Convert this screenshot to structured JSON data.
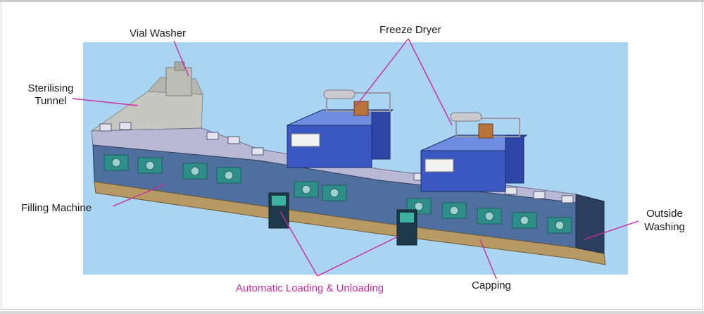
{
  "labels": {
    "vial_washer": "Vial Washer",
    "freeze_dryer": "Freeze Dryer",
    "sterilising": "Sterilising",
    "tunnel": "Tunnel",
    "filling_machine": "Filling Machine",
    "outside": "Outside",
    "washing": "Washing",
    "automatic_loading": "Automatic Loading & Unloading",
    "capping": "Capping"
  },
  "colors": {
    "background": "#a9d4f2",
    "callout_line": "#cc2aa0",
    "highlight_text": "#cc2aa0",
    "body_text": "#1b1b1b"
  }
}
